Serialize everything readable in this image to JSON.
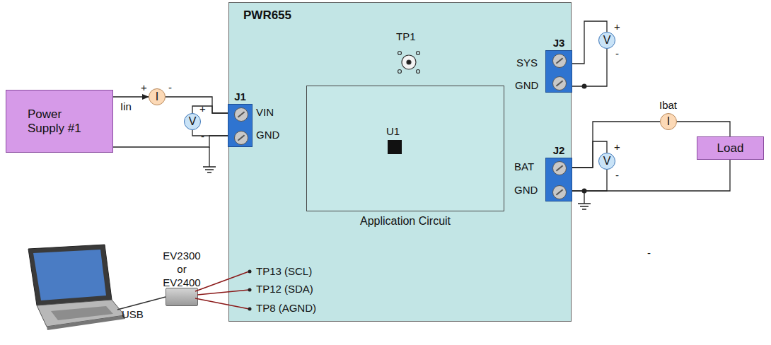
{
  "diagram": {
    "nodes": [
      {
        "text": [
          "Power Supply #1"
        ]
      },
      {
        "text": [
          "I"
        ]
      },
      {
        "text": [
          "V"
        ]
      },
      {
        "text": [
          "PWR655"
        ]
      },
      {
        "text": [
          "J1"
        ],
        "in": 3
      },
      {
        "text": [
          "Application Circuit"
        ],
        "in": 3
      },
      {
        "text": [
          "J3"
        ],
        "in": 3
      },
      {
        "text": [
          "J2"
        ],
        "in": 3
      },
      {
        "text": [
          "V"
        ]
      },
      {
        "text": [
          "I"
        ]
      },
      {
        "text": [
          "V"
        ]
      },
      {
        "text": [
          "Load"
        ]
      },
      {
        "text": [
          "EV2300 or EV2400"
        ]
      }
    ],
    "edges": [
      {
        "from": 0,
        "to": 1,
        "arrow": "to"
      },
      {
        "from": 1,
        "to": 4,
        "arrow": "none"
      },
      {
        "from": 2,
        "to": 4,
        "arrow": "none"
      },
      {
        "from": 2,
        "to": 4,
        "arrow": "none"
      },
      {
        "from": 0,
        "to": 4,
        "arrow": "none"
      },
      {
        "from": 6,
        "to": 8,
        "arrow": "none"
      },
      {
        "from": 6,
        "to": 8,
        "arrow": "none"
      },
      {
        "from": 7,
        "to": 10,
        "arrow": "none"
      },
      {
        "from": 7,
        "to": 10,
        "arrow": "none"
      },
      {
        "from": 7,
        "to": 9,
        "arrow": "none"
      },
      {
        "from": 9,
        "to": 11,
        "arrow": "none"
      },
      {
        "from": 11,
        "to": 7,
        "arrow": "none"
      }
    ],
    "labels": [
      "Iin",
      "+",
      "-",
      "+",
      "-",
      "TP1",
      "U1",
      "VIN",
      "GND",
      "SYS",
      "GND",
      "+",
      "-",
      "BAT",
      "GND",
      "Ibat",
      "+",
      "-",
      "USB",
      "TP13 (SCL)",
      "TP12 (SDA)",
      "TP8 (AGND)",
      "-"
    ]
  }
}
